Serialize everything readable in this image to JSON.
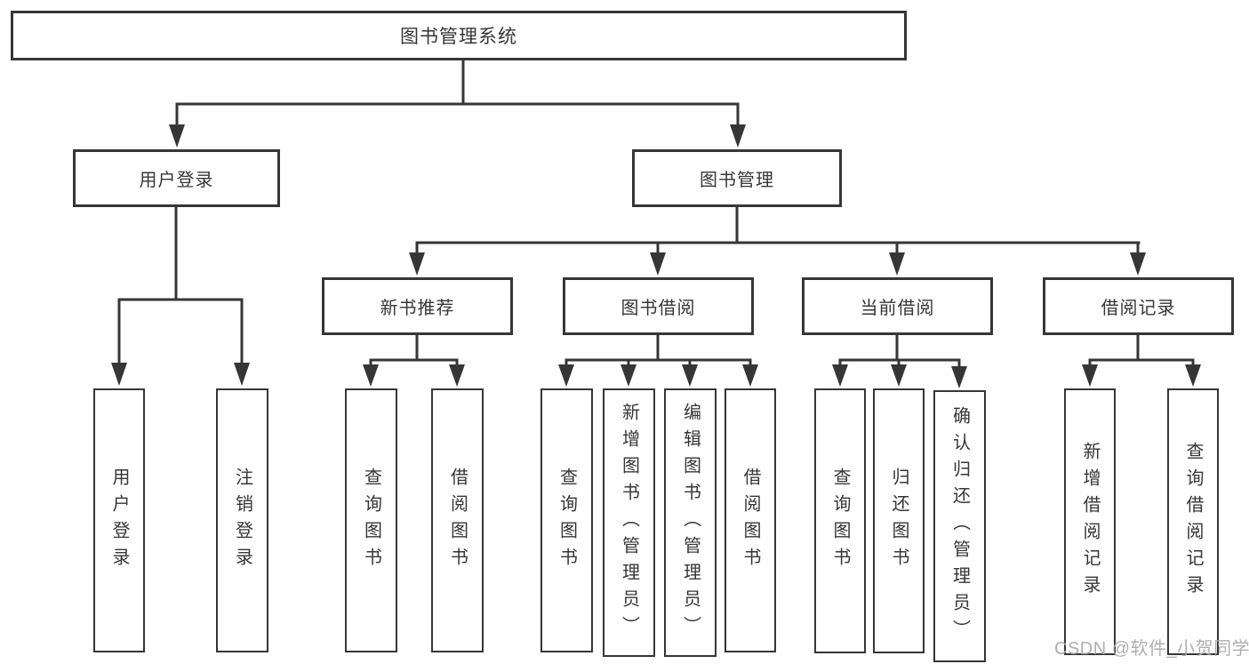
{
  "diagram": {
    "root": "图书管理系统",
    "branches": [
      {
        "label": "用户登录",
        "children": [
          "用户登录",
          "注销登录"
        ]
      },
      {
        "label": "图书管理",
        "sections": [
          {
            "label": "新书推荐",
            "children": [
              "查询图书",
              "借阅图书"
            ]
          },
          {
            "label": "图书借阅",
            "children": [
              "查询图书",
              "新增图书（管理员）",
              "编辑图书（管理员）",
              "借阅图书"
            ]
          },
          {
            "label": "当前借阅",
            "children": [
              "查询图书",
              "归还图书",
              "确认归还（管理员）"
            ]
          },
          {
            "label": "借阅记录",
            "children": [
              "新增借阅记录",
              "查询借阅记录"
            ]
          }
        ]
      }
    ]
  },
  "watermark": "CSDN @软件_小贺同学",
  "colors": {
    "line": "#363636",
    "text": "#363636",
    "box_background": "#ffffff",
    "watermark": "#a8a8a8",
    "background": "#ffffff"
  }
}
